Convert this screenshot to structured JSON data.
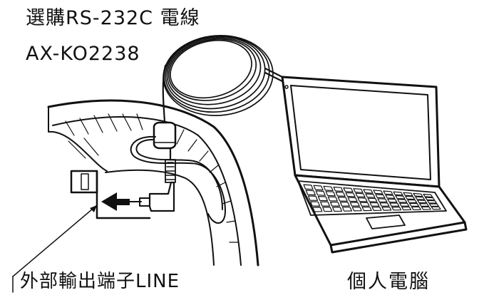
{
  "labels": {
    "cable_title": "選購RS-232C 電線",
    "cable_model": "AX-KO2238",
    "port_label": "外部輸出端子LINE",
    "pc_label": "個人電腦"
  },
  "icons": {
    "arrow": "arrow-left-icon",
    "laptop": "laptop-icon",
    "cable": "coiled-cable-icon",
    "ferrite": "ferrite-core-icon",
    "plug": "right-angle-plug-icon"
  },
  "colors": {
    "ink": "#111111",
    "background": "#ffffff"
  }
}
